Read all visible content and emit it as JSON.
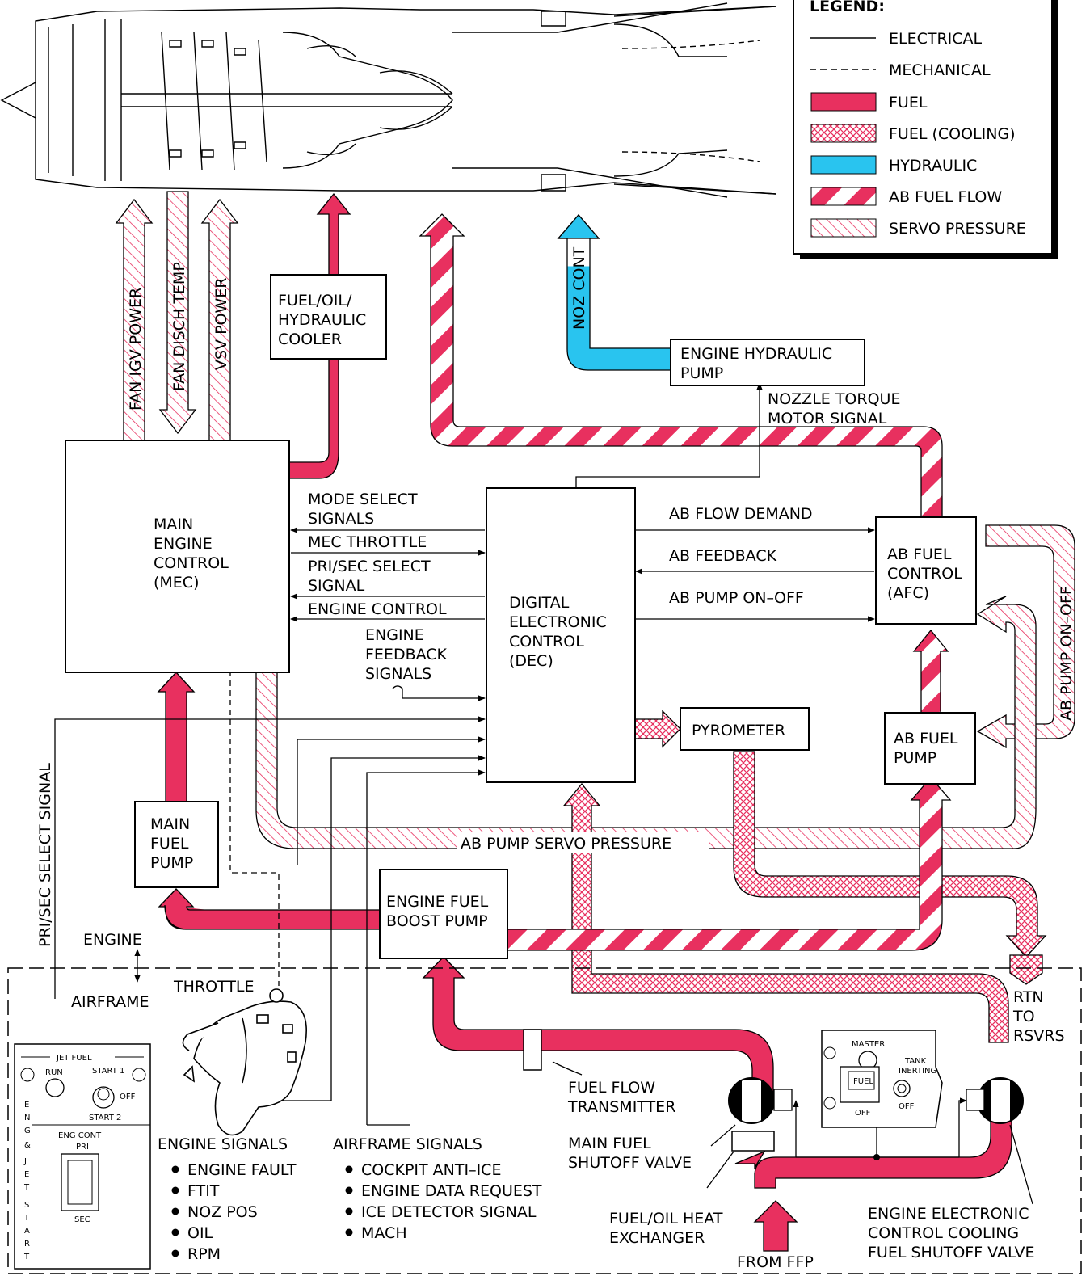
{
  "colors": {
    "fuel": "#e8305f",
    "hydraulic": "#29c4ef",
    "servo": "#e8305f",
    "outline": "#000000"
  },
  "legend": {
    "title": "LEGEND:",
    "electrical": "ELECTRICAL",
    "mechanical": "MECHANICAL",
    "fuel": "FUEL",
    "fuel_cooling": "FUEL (COOLING)",
    "hydraulic": "HYDRAULIC",
    "ab_fuel_flow": "AB FUEL FLOW",
    "servo_pressure": "SERVO PRESSURE"
  },
  "vertical_labels": {
    "fan_igv_power": "FAN IGV POWER",
    "fan_disch_temp": "FAN DISCH TEMP",
    "vsv_power": "VSV POWER",
    "noz_cont": "NOZ CONT",
    "ab_pump_on_off": "AB PUMP ON–OFF",
    "pri_sec_select_signal": "PRI/SEC SELECT SIGNAL"
  },
  "boxes": {
    "cooler": [
      "FUEL/OIL/",
      "HYDRAULIC",
      "COOLER"
    ],
    "engine_hydraulic_pump": [
      "ENGINE HYDRAULIC",
      "PUMP"
    ],
    "mec": [
      "MAIN",
      "ENGINE",
      "CONTROL",
      "(MEC)"
    ],
    "dec": [
      "DIGITAL",
      "ELECTRONIC",
      "CONTROL",
      "(DEC)"
    ],
    "afc": [
      "AB FUEL",
      "CONTROL",
      "(AFC)"
    ],
    "ab_fuel_pump": [
      "AB FUEL",
      "PUMP"
    ],
    "pyrometer": "PYROMETER",
    "main_fuel_pump": [
      "MAIN",
      "FUEL",
      "PUMP"
    ],
    "engine_fuel_boost_pump": [
      "ENGINE FUEL",
      "BOOST PUMP"
    ]
  },
  "signals": {
    "nozzle_torque": [
      "NOZZLE TORQUE",
      "MOTOR SIGNAL"
    ],
    "mode_select": [
      "MODE SELECT",
      "SIGNALS"
    ],
    "mec_throttle": "MEC THROTTLE",
    "pri_sec_select": [
      "PRI/SEC SELECT",
      "SIGNAL"
    ],
    "engine_control": "ENGINE CONTROL",
    "engine_feedback": [
      "ENGINE",
      "FEEDBACK",
      "SIGNALS"
    ],
    "ab_flow_demand": "AB FLOW DEMAND",
    "ab_feedback": "AB FEEDBACK",
    "ab_pump_on_off": "AB PUMP ON–OFF",
    "ab_pump_servo_pressure": "AB PUMP SERVO PRESSURE"
  },
  "labels": {
    "engine": "ENGINE",
    "airframe": "AIRFRAME",
    "throttle": "THROTTLE",
    "rtn_to_rsvrs": [
      "RTN",
      "TO",
      "RSVRS"
    ],
    "fuel_flow_transmitter": [
      "FUEL FLOW",
      "TRANSMITTER"
    ],
    "main_fuel_shutoff_valve": [
      "MAIN FUEL",
      "SHUTOFF VALVE"
    ],
    "fuel_oil_heat_exchanger": [
      "FUEL/OIL HEAT",
      "EXCHANGER"
    ],
    "from_ffp": "FROM FFP",
    "eec_cooling_valve": [
      "ENGINE ELECTRONIC",
      "CONTROL COOLING",
      "FUEL SHUTOFF VALVE"
    ]
  },
  "engine_signals": {
    "title": "ENGINE SIGNALS",
    "items": [
      "ENGINE FAULT",
      "FTIT",
      "NOZ POS",
      "OIL",
      "RPM"
    ]
  },
  "airframe_signals": {
    "title": "AIRFRAME SIGNALS",
    "items": [
      "COCKPIT ANTI–ICE",
      "ENGINE DATA REQUEST",
      "ICE DETECTOR SIGNAL",
      "MACH"
    ]
  },
  "jet_fuel_panel": {
    "title": "JET FUEL",
    "run": "RUN",
    "start1": "START 1",
    "off": "OFF",
    "start2": "START 2",
    "eng_cont": "ENG CONT",
    "pri": "PRI",
    "sec": "SEC",
    "side_letters": [
      "E",
      "N",
      "G",
      "&",
      "J",
      "E",
      "T",
      "S",
      "T",
      "A",
      "R",
      "T"
    ]
  },
  "fuel_panel": {
    "master": "MASTER",
    "fuel": "FUEL",
    "off1": "OFF",
    "tank_inerting": [
      "TANK",
      "INERTING"
    ],
    "off2": "OFF"
  }
}
